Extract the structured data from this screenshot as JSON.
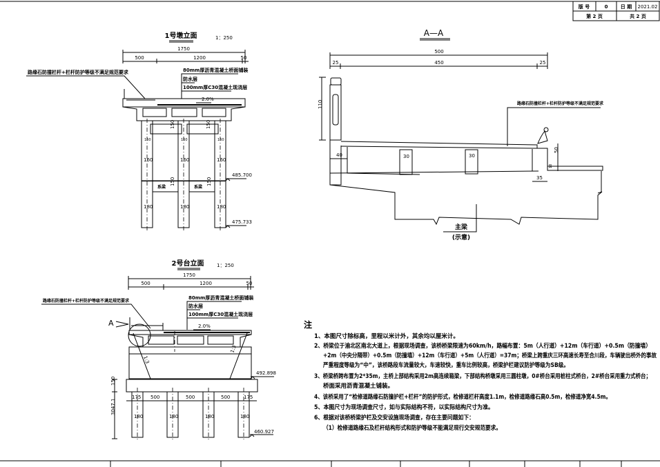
{
  "title_block": {
    "version_label": "版 号",
    "version_value": "0",
    "date_label": "日 期",
    "date_value": "2021.02",
    "page_label": "第 2 页",
    "total_label": "共 2 页"
  },
  "pier1": {
    "title": "1号墩立面",
    "scale": "1：250",
    "dims": {
      "total": "1750",
      "left": "500",
      "mid": "1200",
      "right": "50"
    },
    "leader_note": "路缘石防撞栏杆+栏杆防护等级不满足规范要求",
    "layers": [
      "80mm厚沥青混凝土桥面铺装",
      "防水层",
      "100mm厚C30混凝土现浇层"
    ],
    "slope": "2.0%",
    "cap_label": "150",
    "col_top": "160",
    "col_mid": "160",
    "col_bot": "180",
    "tie_label": "系梁",
    "tie_dim": "150",
    "elev_top": "485.700",
    "elev_bot": "475.733"
  },
  "section_aa": {
    "title": "A—A",
    "dims": {
      "total": "500",
      "left": "25",
      "mid": "450",
      "right": "25",
      "height": "110",
      "d40": "40",
      "d30a": "30",
      "d30b": "30",
      "d50": "50",
      "d35": "35",
      "d10": "10"
    },
    "leader_note": "路缘石防撞栏杆+栏杆防护等级不满足规范要求",
    "beam_label": "主梁",
    "beam_sub": "(示意)"
  },
  "abutment2": {
    "title": "2号台立面",
    "scale": "1：250",
    "dims": {
      "total": "1750",
      "left": "500",
      "mid": "1200",
      "right": "50"
    },
    "leader_note": "路缘石防撞栏杆+栏杆防护等级不满足规范要求",
    "layers": [
      "80mm厚沥青混凝土桥面铺装",
      "防水层",
      "100mm厚C30混凝土现浇层"
    ],
    "slope": "2.0%",
    "detail_marker": "A",
    "slope_ratio": "1:3",
    "pile_spacing": [
      "175",
      "500",
      "500",
      "500",
      "175"
    ],
    "pile_dia": "180",
    "footing_h": "150",
    "pile_len": "3047.1",
    "elev_top": "492.898",
    "elev_bot": "460.927"
  },
  "notes": {
    "heading": "注",
    "lines": [
      "1、本图尺寸除标高，里程以米计外，其余均以厘米计。",
      "2、桥梁位于渝北区南北大道上，根据现场调查，该桥桥梁限速为60km/h，路幅布置：5m（人行道）+12m（车行道）+0.5m（防撞墙）",
      "+2m（中央分隔带）+0.5m（防撞墙）+12m（车行道）+5m（人行道）=37m；桥梁上跨重庆三环高速长寿至合川段，车辆驶出桥外的事故",
      "严重程度等级为“中”，该桥路段车流量较大，车速较快，重车比例较高，桥梁护栏建议防护等级为SB级。",
      "3、桥梁桥跨布置为2*35m，主桥上部结构采用2m高连续箱梁，下部结构桥墩采用三圆柱墩，0#桥台采用桩柱式桥台，2#桥台采用重力式桥台；",
      "桥面采用沥青混凝土铺装。",
      "4、该桥采用了“检修道路缘石防撞护栏+栏杆”的防护形式，检修道栏杆高度1.1m，检修道路缘石高0.5m，检修道净宽4.5m。",
      "5、本图尺寸为现场调查尺寸，如与实际结构不符，以实际结构尺寸为准。",
      "6、根据对该桥桥梁护栏及交安设施现场调查，存在主要问题如下：",
      "（1）检修道路缘石及栏杆结构形式和防护等级不能满足现行交安规范要求。"
    ]
  }
}
